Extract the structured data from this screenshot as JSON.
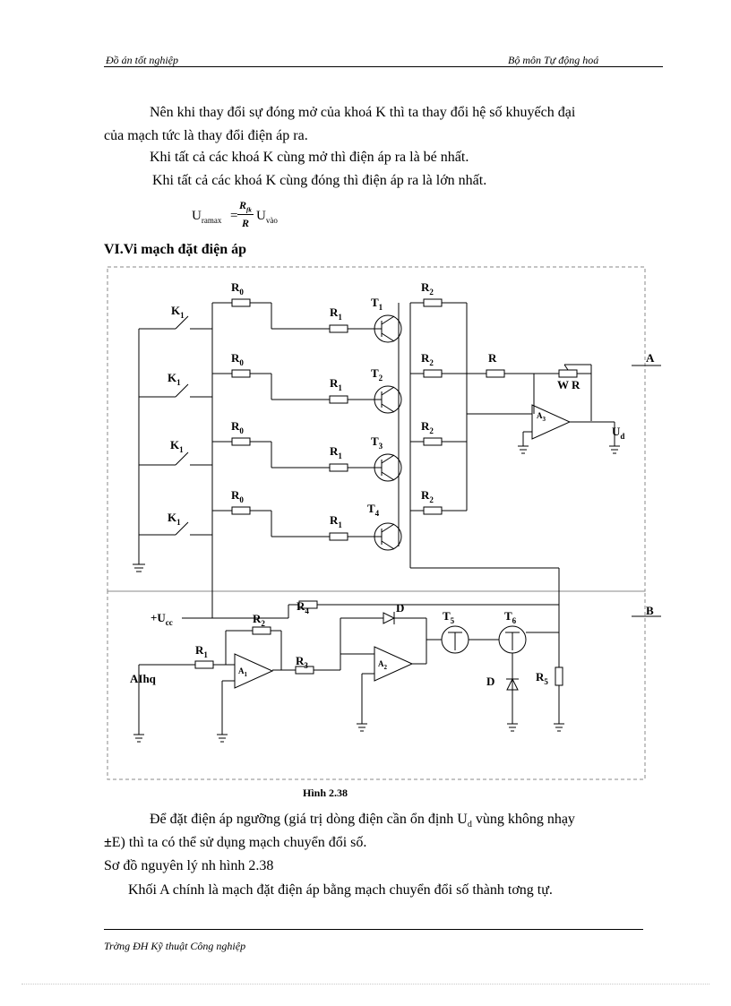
{
  "header": {
    "left": "Đồ án tốt nghiệp",
    "right": "Bộ môn Tự động hoá"
  },
  "paragraphs": {
    "p1_line1": "Nên khi thay đổi sự đóng mở của khoá K thì ta thay đổi hệ số khuyếch đại",
    "p1_line2": "của mạch tức là thay đổi điện áp ra.",
    "p2": "Khi tất cả các khoá K cùng mở thì điện áp ra là bé nhất.",
    "p3": "Khi tất cả các khoá K cùng đóng thì điện áp ra là lớn nhất."
  },
  "formula": {
    "lhs": "U",
    "lhs_sub": "ramax",
    "equals": "=",
    "numerator": "R",
    "numerator_sub": "fk",
    "denominator": "R",
    "rhs": "U",
    "rhs_sub": "vào"
  },
  "section_heading": "VI.Vi mạch đặt điện áp",
  "circuit": {
    "block_a": "A",
    "block_b": "B",
    "r0": "R",
    "r0_sub": "0",
    "r1": "R",
    "r1_sub": "1",
    "r2": "R",
    "r2_sub": "2",
    "k": "K",
    "k_sub": "1",
    "t": "T",
    "t_subs": [
      "1",
      "2",
      "3",
      "4"
    ],
    "r": "R",
    "wr": "W R",
    "a3": "A",
    "a3_sub": "3",
    "ud": "U",
    "ud_sub": "d",
    "ucc": "+U",
    "ucc_sub": "cc",
    "r4": "R",
    "r4_sub": "4",
    "d": "D",
    "t5_sub": "5",
    "t6_sub": "6",
    "r3_sub": "3",
    "r5_sub": "5",
    "a1_sub": "1",
    "a2_sub": "2",
    "input": "AIhq"
  },
  "figure_caption": "Hình 2.38",
  "paragraphs2": {
    "p4_line1": "Để đặt điện áp ngưỡng   (giá trị dòng điện cần ổn định U",
    "p4_sub": "d",
    "p4_line1_end": " vùng không nhạy",
    "p4_pm": "±",
    "p4_line2": "E) thì ta có thể sử dụng mạch chuyển đổi số.",
    "p5": "Sơ đồ nguyên lý nh   hình 2.38",
    "p6": "Khối A chính  là mạch đặt điện áp bằng mạch chuyển đổi số thành tơng   tự."
  },
  "footer": {
    "left": "Trờng   ĐH Kỹ thuật Công nghiệp"
  }
}
